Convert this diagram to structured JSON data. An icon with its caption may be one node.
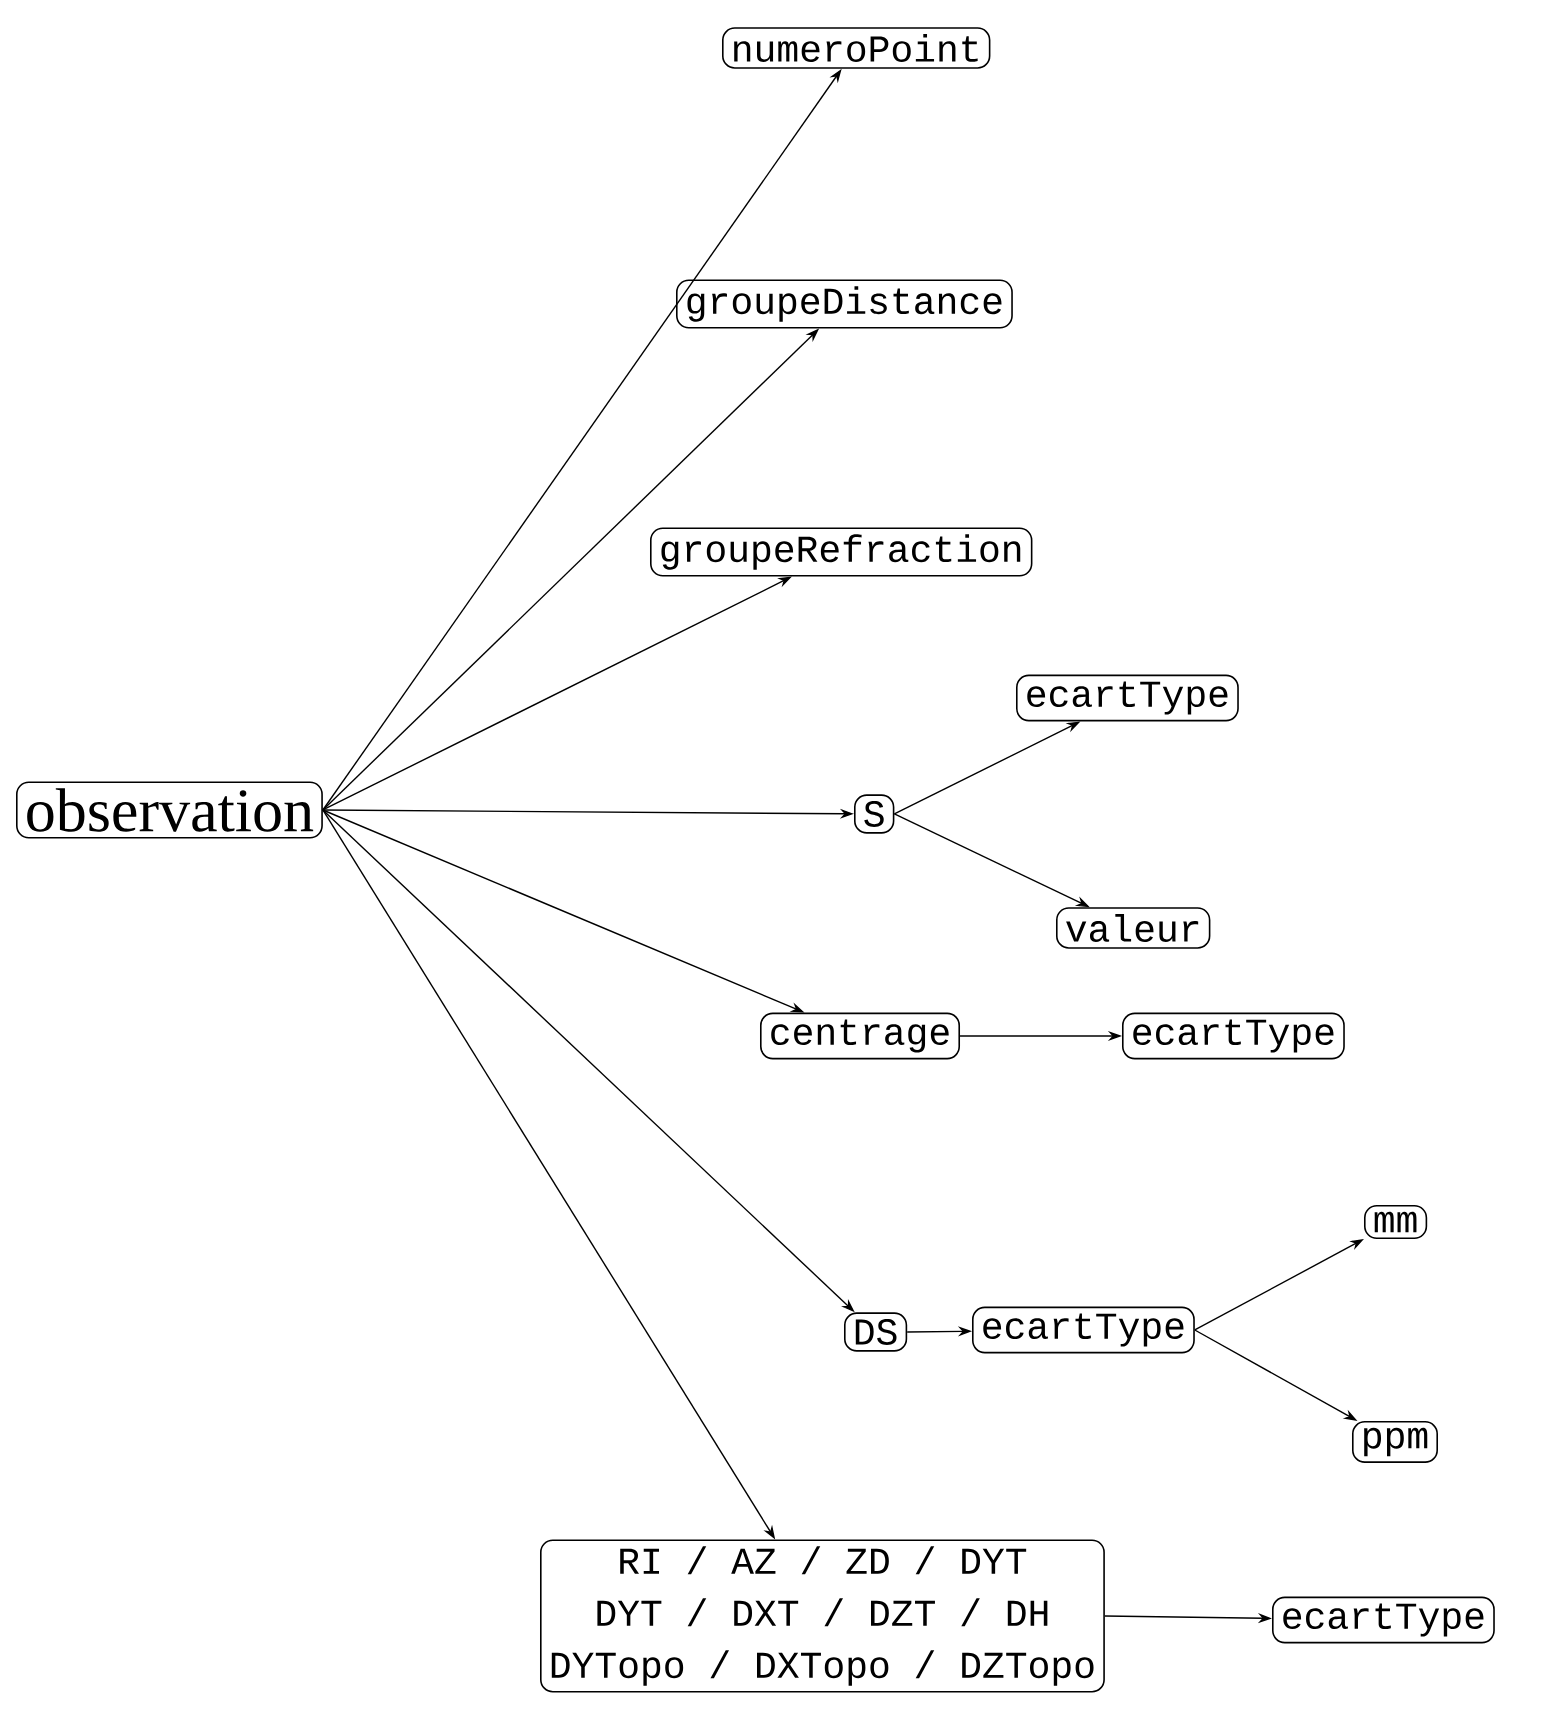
{
  "diagram": {
    "nodes": [
      {
        "text": [
          "observation"
        ]
      },
      {
        "text": [
          "numeroPoint"
        ]
      },
      {
        "text": [
          "groupeDistance"
        ]
      },
      {
        "text": [
          "groupeRefraction"
        ]
      },
      {
        "text": [
          "S"
        ]
      },
      {
        "text": [
          "ecartType"
        ]
      },
      {
        "text": [
          "valeur"
        ]
      },
      {
        "text": [
          "centrage"
        ]
      },
      {
        "text": [
          "ecartType"
        ]
      },
      {
        "text": [
          "DS"
        ]
      },
      {
        "text": [
          "ecartType"
        ]
      },
      {
        "text": [
          "mm"
        ]
      },
      {
        "text": [
          "ppm"
        ]
      },
      {
        "text": [
          "RI / AZ / ZD / DYT",
          "DYT / DXT / DZT / DH",
          "DYTopo / DXTopo / DZTopo"
        ]
      },
      {
        "text": [
          "ecartType"
        ]
      }
    ],
    "edges": [
      {
        "from": 0,
        "to": 1,
        "arrow": "to"
      },
      {
        "from": 0,
        "to": 2,
        "arrow": "to"
      },
      {
        "from": 0,
        "to": 3,
        "arrow": "to"
      },
      {
        "from": 0,
        "to": 4,
        "arrow": "to"
      },
      {
        "from": 4,
        "to": 5,
        "arrow": "to"
      },
      {
        "from": 4,
        "to": 6,
        "arrow": "to"
      },
      {
        "from": 0,
        "to": 7,
        "arrow": "to"
      },
      {
        "from": 7,
        "to": 8,
        "arrow": "to"
      },
      {
        "from": 0,
        "to": 9,
        "arrow": "to"
      },
      {
        "from": 9,
        "to": 10,
        "arrow": "to"
      },
      {
        "from": 10,
        "to": 11,
        "arrow": "to"
      },
      {
        "from": 10,
        "to": 12,
        "arrow": "to"
      },
      {
        "from": 0,
        "to": 13,
        "arrow": "to"
      },
      {
        "from": 13,
        "to": 14,
        "arrow": "to"
      }
    ]
  }
}
